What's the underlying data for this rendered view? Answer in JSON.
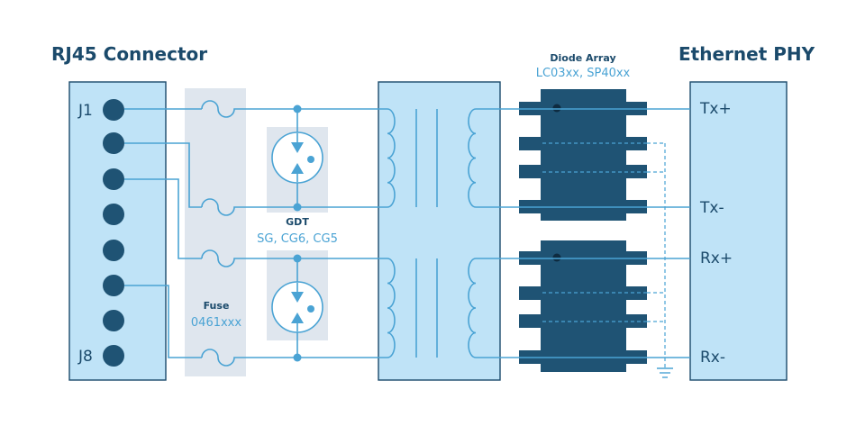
{
  "titles": {
    "left": "RJ45 Connector",
    "right": "Ethernet PHY"
  },
  "pins": {
    "first": "J1",
    "last": "J8"
  },
  "fuse": {
    "name": "Fuse",
    "part": "0461xxx"
  },
  "gdt": {
    "name": "GDT",
    "parts": "SG, CG6, CG5"
  },
  "diode_array": {
    "name": "Diode Array",
    "parts": "LC03xx, SP40xx"
  },
  "signals": {
    "tx_plus": "Tx+",
    "tx_minus": "Tx-",
    "rx_plus": "Rx+",
    "rx_minus": "Rx-"
  },
  "colors": {
    "dark": "#1b4a6b",
    "chip": "#1f5374",
    "wire": "#4aa3d4",
    "panel": "#bfe3f7",
    "shade": "#dfe6ee"
  }
}
